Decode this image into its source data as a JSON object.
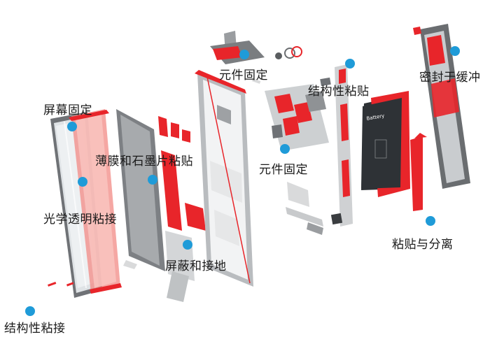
{
  "diagram": {
    "labels": {
      "screen_fix": "屏幕固定",
      "film_graphite": "薄膜和石墨片粘贴",
      "optical_bond": "光学透明粘接",
      "struct_bond": "结构性粘接",
      "shield_ground": "屏蔽和接地",
      "comp_fix_top": "元件固定",
      "struct_adhesive": "结构性粘贴",
      "comp_fix_mid": "元件固定",
      "seal_buffer": "密封于缓冲",
      "adhere_separate": "粘贴与分离"
    },
    "battery_text": "Battery",
    "colors": {
      "callout_dot": "#1f9bd8",
      "adhesive_red": "#e8252a",
      "adhesive_red_light": "#f28a84",
      "part_grey": "#8a8d90",
      "part_light": "#d9dadb",
      "part_dark": "#4a4d50",
      "battery_dark": "#2e3236"
    }
  }
}
